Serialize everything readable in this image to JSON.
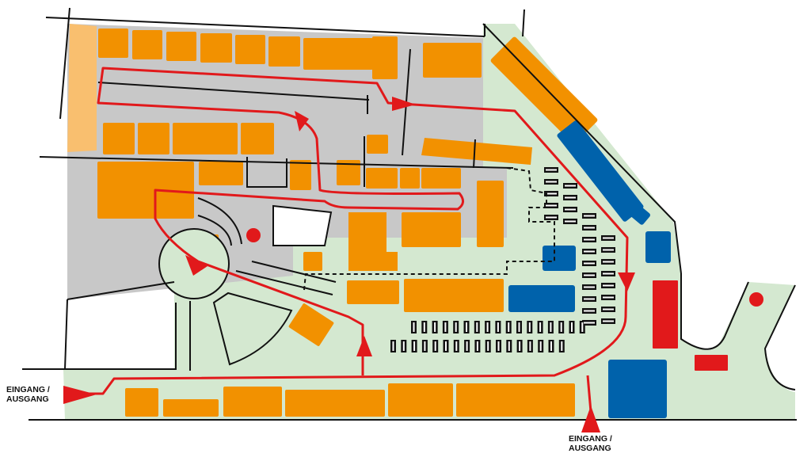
{
  "labels": {
    "left_entrance": {
      "line1": "EINGANG /",
      "line2": "AUSGANG"
    },
    "bottom_entrance": {
      "line1": "EINGANG /",
      "line2": "AUSGANG"
    }
  },
  "colors": {
    "shop": "#f29100",
    "shop_light": "#f9bf6f",
    "blue": "#0062ab",
    "red": "#e1191b",
    "green_area": "#d4e8d0",
    "grey_area": "#c8c8c8",
    "route": "#e1191b",
    "outline": "#111111"
  },
  "icons": {
    "direction_arrow": "triangle-arrow-icon",
    "point_marker": "red-dot-icon"
  }
}
